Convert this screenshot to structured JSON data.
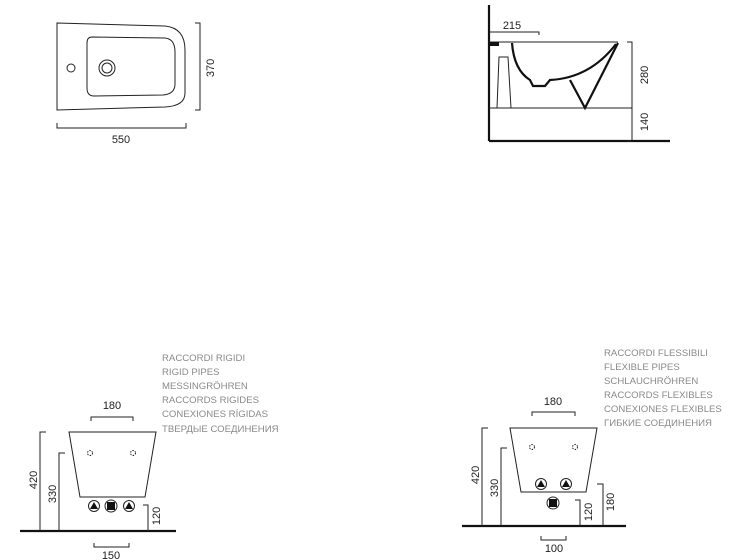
{
  "top_view": {
    "width_label": "550",
    "depth_label": "370"
  },
  "side_view": {
    "offset_label": "215",
    "height_label": "280",
    "floor_gap_label": "140"
  },
  "rigid_view": {
    "notes": [
      "RACCORDI RIGIDI",
      "RIGID PIPES",
      "MESSINGRÖHREN",
      "RACCORDS RIGIDES",
      "CONEXIONES RÍGIDAS",
      "ТВЕРДЫЕ СОЕДИНЕНИЯ"
    ],
    "bolt_spacing_label": "180",
    "height_label": "420",
    "bolt_height_label": "330",
    "pipe_height_label": "120",
    "pipe_spacing_label": "150"
  },
  "flexible_view": {
    "notes": [
      "RACCORDI FLESSIBILI",
      "FLEXIBLE PIPES",
      "SCHLAUCHRÖHREN",
      "RACCORDS FLEXIBLES",
      "CONEXIONES FLEXIBLES",
      "ГИБКИЕ СОЕДИНЕНИЯ"
    ],
    "bolt_spacing_label": "180",
    "height_label": "420",
    "bolt_height_label": "330",
    "drain_height_label": "120",
    "supply_height_label": "180",
    "pipe_spacing_label": "100"
  }
}
